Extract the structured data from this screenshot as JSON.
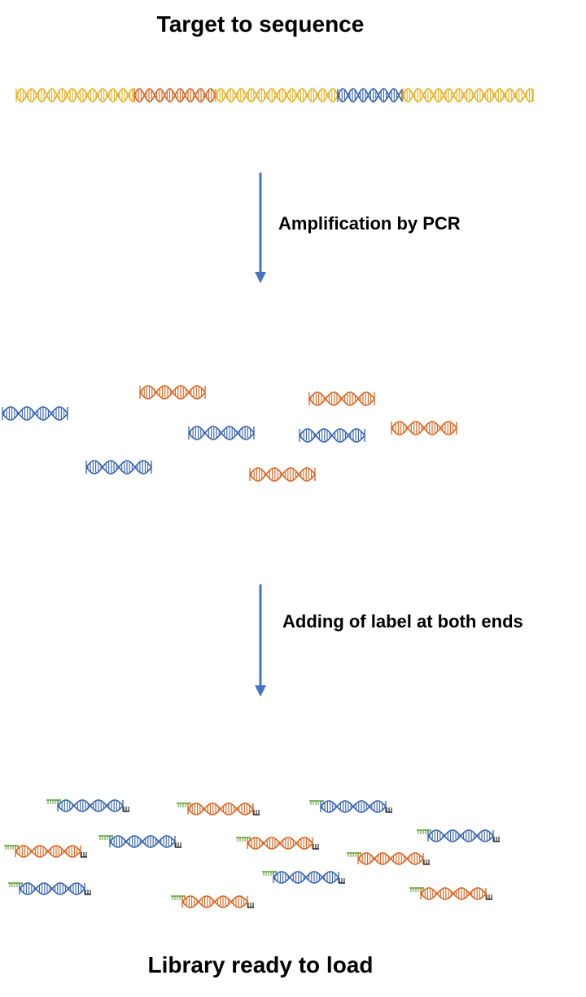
{
  "title": "Target to sequence",
  "steps": [
    {
      "label": "Amplification  by PCR",
      "arrow_icon": "down-arrow-icon"
    },
    {
      "label": "Adding of label at both ends",
      "arrow_icon": "down-arrow-icon"
    }
  ],
  "footer": "Library ready to load",
  "colors": {
    "target_dna": "#E8B022",
    "fragment_orange": "#D9631E",
    "fragment_blue": "#3561AE",
    "label_green": "#5FA032",
    "label_end": "#1a1a1a",
    "arrow": "#4472C4"
  },
  "target_segments": [
    {
      "color": "target_dna"
    },
    {
      "color": "fragment_orange"
    },
    {
      "color": "target_dna"
    },
    {
      "color": "fragment_blue"
    },
    {
      "color": "target_dna"
    }
  ],
  "amplified_fragments": [
    {
      "color": "fragment_blue",
      "icon": "dna-fragment-icon"
    },
    {
      "color": "fragment_orange",
      "icon": "dna-fragment-icon"
    },
    {
      "color": "fragment_blue",
      "icon": "dna-fragment-icon"
    },
    {
      "color": "fragment_orange",
      "icon": "dna-fragment-icon"
    },
    {
      "color": "fragment_blue",
      "icon": "dna-fragment-icon"
    },
    {
      "color": "fragment_orange",
      "icon": "dna-fragment-icon"
    },
    {
      "color": "fragment_blue",
      "icon": "dna-fragment-icon"
    },
    {
      "color": "fragment_orange",
      "icon": "dna-fragment-icon"
    }
  ],
  "library_fragments": [
    {
      "color": "fragment_blue",
      "icon": "labeled-dna-icon"
    },
    {
      "color": "fragment_orange",
      "icon": "labeled-dna-icon"
    },
    {
      "color": "fragment_blue",
      "icon": "labeled-dna-icon"
    },
    {
      "color": "fragment_orange",
      "icon": "labeled-dna-icon"
    },
    {
      "color": "fragment_blue",
      "icon": "labeled-dna-icon"
    },
    {
      "color": "fragment_orange",
      "icon": "labeled-dna-icon"
    },
    {
      "color": "fragment_blue",
      "icon": "labeled-dna-icon"
    },
    {
      "color": "fragment_orange",
      "icon": "labeled-dna-icon"
    },
    {
      "color": "fragment_blue",
      "icon": "labeled-dna-icon"
    },
    {
      "color": "fragment_blue",
      "icon": "labeled-dna-icon"
    },
    {
      "color": "fragment_orange",
      "icon": "labeled-dna-icon"
    },
    {
      "color": "fragment_orange",
      "icon": "labeled-dna-icon"
    }
  ]
}
